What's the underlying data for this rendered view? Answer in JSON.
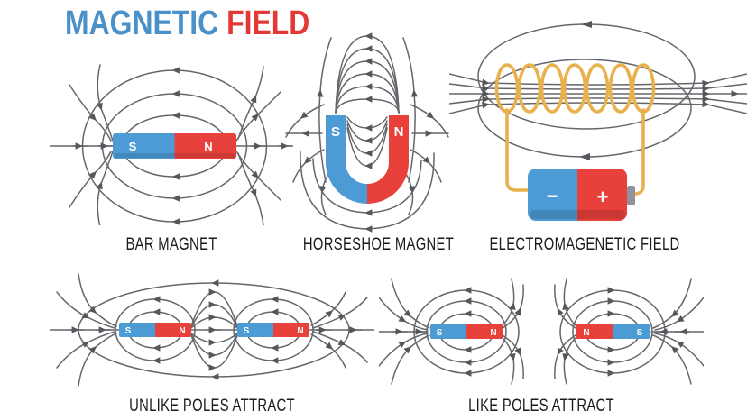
{
  "title": {
    "part1": "MAGNETIC",
    "part2": "FIELD"
  },
  "colors": {
    "title_blue": "#4A90C9",
    "title_red": "#E23936",
    "magnet_blue": "#4D9BD5",
    "magnet_red": "#E8413C",
    "field_line_gray": "#63666B",
    "arrowhead_gray": "#54575C",
    "coil_gold": "#E9B14E",
    "battery_terminal_gray": "#909499",
    "label_text": "#1B1B1B",
    "background": "#FFFFFF"
  },
  "panels": {
    "bar_magnet": {
      "label": "BAR MAGNET",
      "pole_left": "S",
      "pole_right": "N"
    },
    "horseshoe_magnet": {
      "label": "HORSESHOE MAGNET",
      "pole_left": "S",
      "pole_right": "N"
    },
    "electromagnetic_field": {
      "label": "ELECTROMAGENETIC FIELD",
      "battery_negative": "−",
      "battery_positive": "+"
    },
    "unlike_poles": {
      "label": "UNLIKE POLES ATTRACT",
      "magnet_a": {
        "left": "S",
        "right": "N"
      },
      "magnet_b": {
        "left": "S",
        "right": "N"
      }
    },
    "like_poles": {
      "label": "LIKE POLES ATTRACT",
      "magnet_a": {
        "left": "S",
        "right": "N"
      },
      "magnet_b": {
        "left": "N",
        "right": "S"
      }
    }
  }
}
